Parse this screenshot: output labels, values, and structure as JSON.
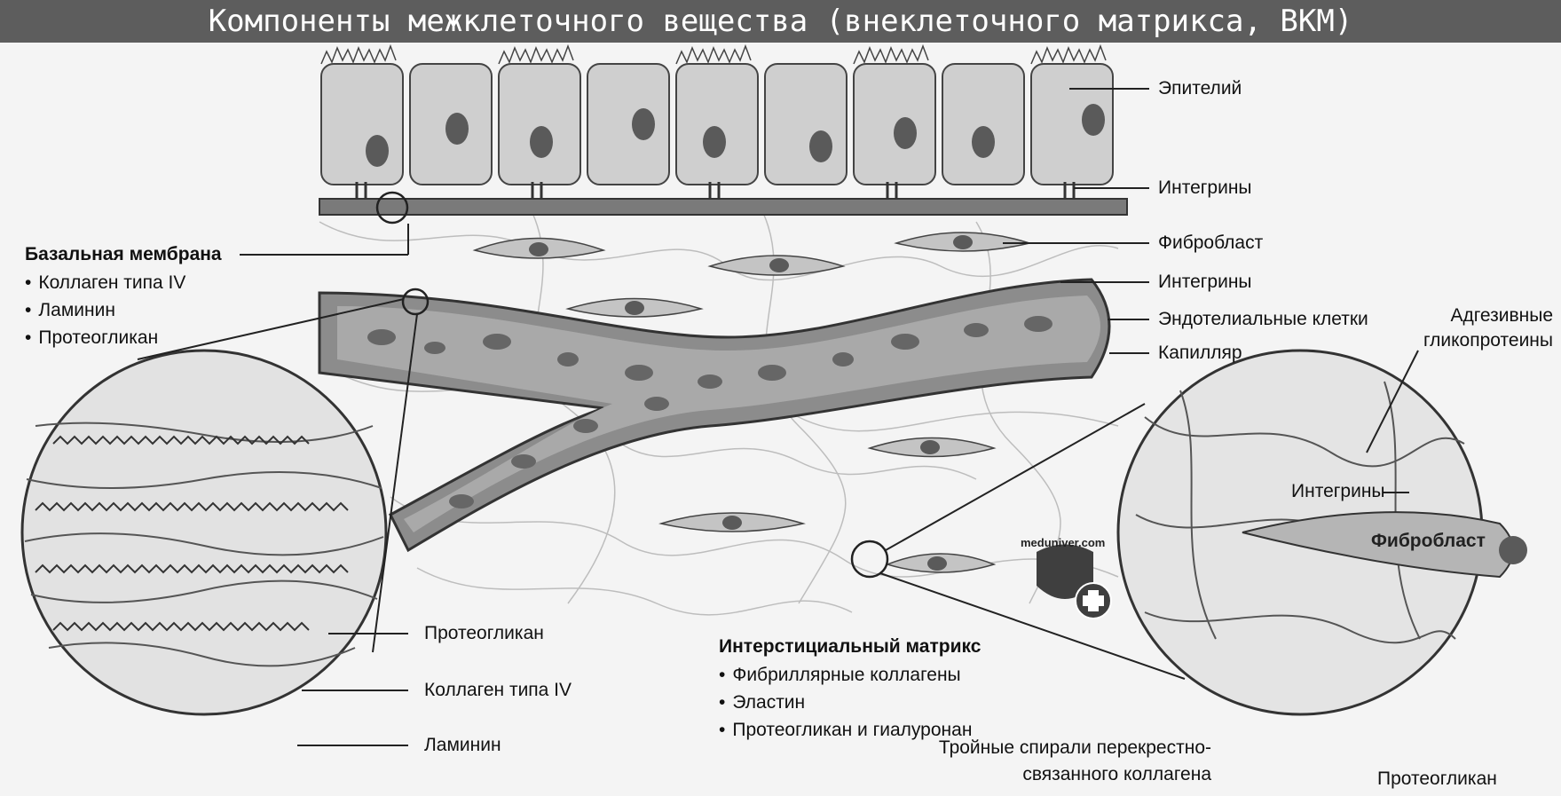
{
  "title": "Компоненты межклеточного вещества (внеклеточного матрикса, ВКМ)",
  "labels": {
    "epithelium": "Эпителий",
    "integrins_top": "Интегрины",
    "fibroblast": "Фибробласт",
    "integrins_vessel": "Интегрины",
    "endothelial_cells": "Эндотелиальные клетки",
    "capillary": "Капилляр"
  },
  "basement_membrane": {
    "heading": "Базальная мембрана",
    "items": [
      "Коллаген типа IV",
      "Ламинин",
      "Протеогликан"
    ],
    "inset_labels": [
      "Протеогликан",
      "Коллаген типа IV",
      "Ламинин"
    ]
  },
  "interstitial_matrix": {
    "heading": "Интерстициальный матрикс",
    "items": [
      "Фибриллярные коллагены",
      "Эластин",
      "Протеогликан и гиалуронан"
    ]
  },
  "right_inset": {
    "adhesive_glycoproteins": "Адгезивные гликопротеины",
    "integrins": "Интегрины",
    "fibroblast": "Фибробласт",
    "triple_helices": "Тройные спирали перекрестно-связанного коллагена",
    "proteoglycan": "Протеогликан"
  },
  "watermark": "meduniver.com",
  "colors": {
    "title_bg": "#5d5d5d",
    "cell_fill": "#cfcfcf",
    "nucleus": "#5a5a5a"
  }
}
